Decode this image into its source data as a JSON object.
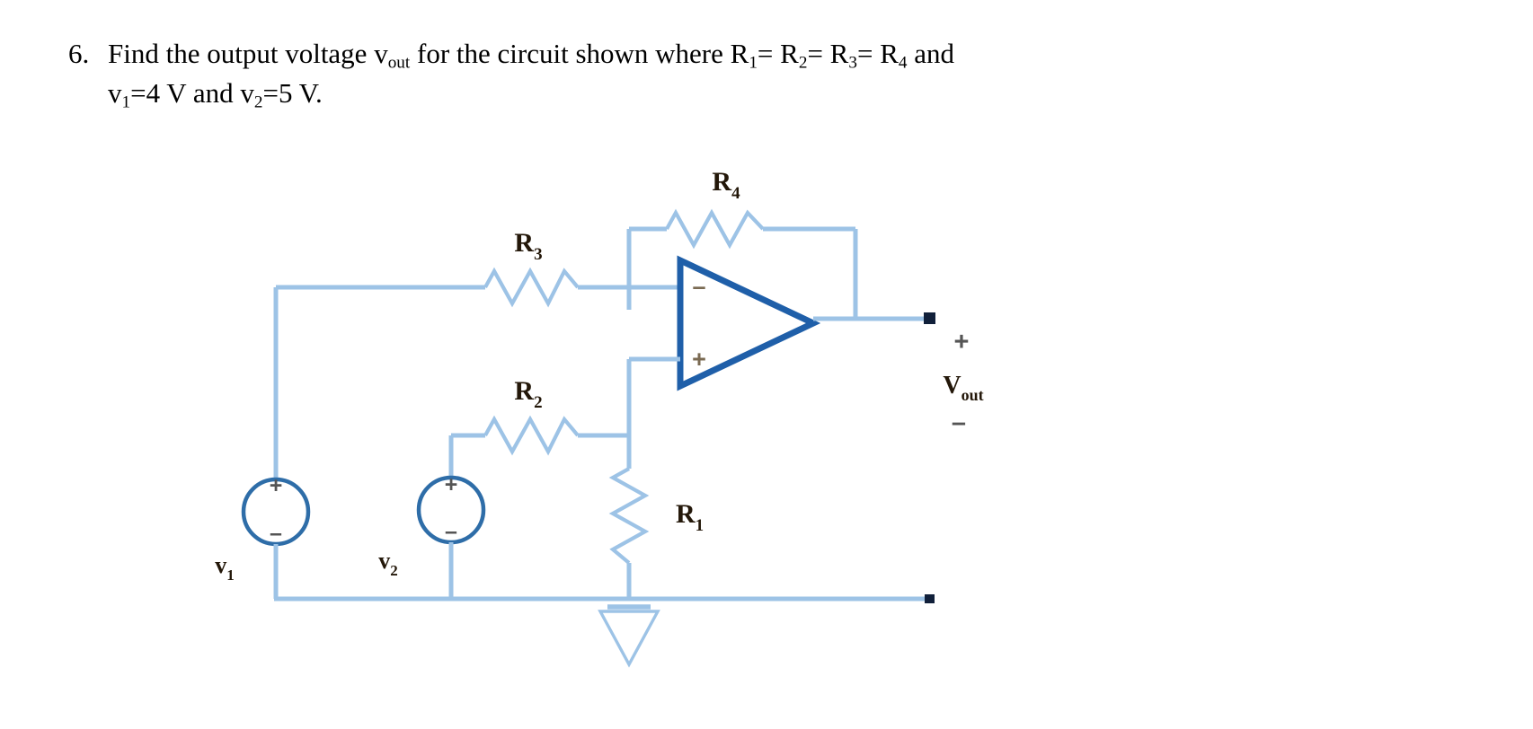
{
  "problem": {
    "number": "6.",
    "text_part1": "Find the output voltage v",
    "text_sub1": "out",
    "text_part2": " for the circuit shown where R",
    "text_sub2": "1",
    "text_part3": "= R",
    "text_sub3": "2",
    "text_part4": "= R",
    "text_sub4": "3",
    "text_part5": "= R",
    "text_sub5": "4",
    "text_part6": " and",
    "line2_part1": "v",
    "line2_sub1": "1",
    "line2_part2": "=4 V and v",
    "line2_sub2": "2",
    "line2_part3": "=5 V.",
    "full_text": "6. Find the output voltage vout for the circuit shown where R1= R2= R3= R4 and v1=4 V and v2=5 V."
  },
  "circuit": {
    "title": "inverting-summing-opamp-circuit",
    "components": {
      "r1": {
        "label": "R",
        "sub": "1",
        "orientation": "vertical",
        "role": "node-to-ground-resistor"
      },
      "r2": {
        "label": "R",
        "sub": "2",
        "orientation": "horizontal",
        "role": "v2-series-resistor"
      },
      "r3": {
        "label": "R",
        "sub": "3",
        "orientation": "horizontal",
        "role": "v1-input-resistor"
      },
      "r4": {
        "label": "R",
        "sub": "4",
        "orientation": "horizontal",
        "role": "feedback-resistor"
      },
      "v1": {
        "label": "v",
        "sub": "1",
        "plus": "+",
        "minus": "–",
        "role": "voltage-source"
      },
      "v2": {
        "label": "v",
        "sub": "2",
        "plus": "+",
        "minus": "–",
        "role": "voltage-source"
      },
      "opamp": {
        "inverting_sign": "–",
        "noninverting_sign": "+",
        "role": "operational-amplifier"
      },
      "ground": {
        "role": "ground-reference"
      }
    },
    "output": {
      "plus": "+",
      "label": "V",
      "sub": "out",
      "minus": "–"
    },
    "colors": {
      "wire": "#9DC3E6",
      "opamp_outline": "#1F5FA9",
      "source_outline": "#2E6DA8",
      "label_text": "#231709",
      "terminal_dot": "#11203A"
    }
  }
}
